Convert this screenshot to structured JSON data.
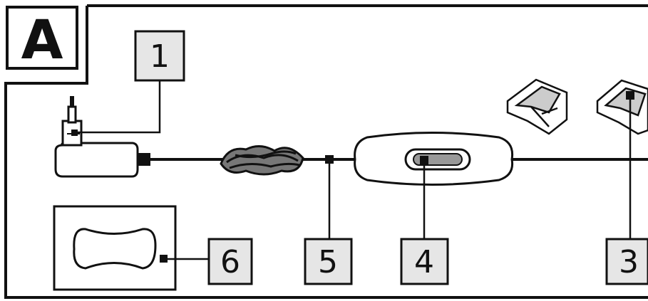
{
  "panel": {
    "letter": "A"
  },
  "callouts": [
    {
      "id": "1",
      "label": "1",
      "part": "power-plug-adapter"
    },
    {
      "id": "3",
      "label": "3",
      "part": "mounting-clip"
    },
    {
      "id": "4",
      "label": "4",
      "part": "inline-switch"
    },
    {
      "id": "5",
      "label": "5",
      "part": "cable"
    },
    {
      "id": "6",
      "label": "6",
      "part": "pad-outline"
    }
  ],
  "colors": {
    "line": "#111111",
    "label_fill": "#e6e6e6",
    "paper": "#ffffff"
  }
}
